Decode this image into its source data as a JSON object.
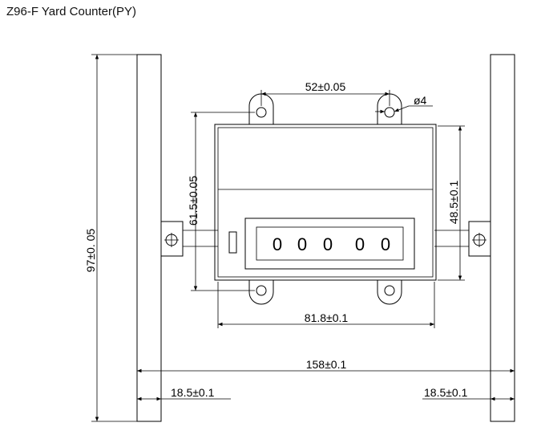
{
  "title": "Z96-F Yard Counter(PY)",
  "dimensions": {
    "hole_spacing": "52±0.05",
    "hole_diameter": "ø4",
    "mount_height": "61.5±0.05",
    "body_height": "48.5±0.1",
    "overall_height": "97±0. 05",
    "body_width": "81.8±0.1",
    "overall_width": "158±0.1",
    "left_bracket_width": "18.5±0.1",
    "right_bracket_width": "18.5±0.1"
  },
  "counter_digits": [
    "0",
    "0",
    "0",
    "0",
    "0"
  ],
  "colors": {
    "line": "#000000",
    "background": "#ffffff"
  }
}
